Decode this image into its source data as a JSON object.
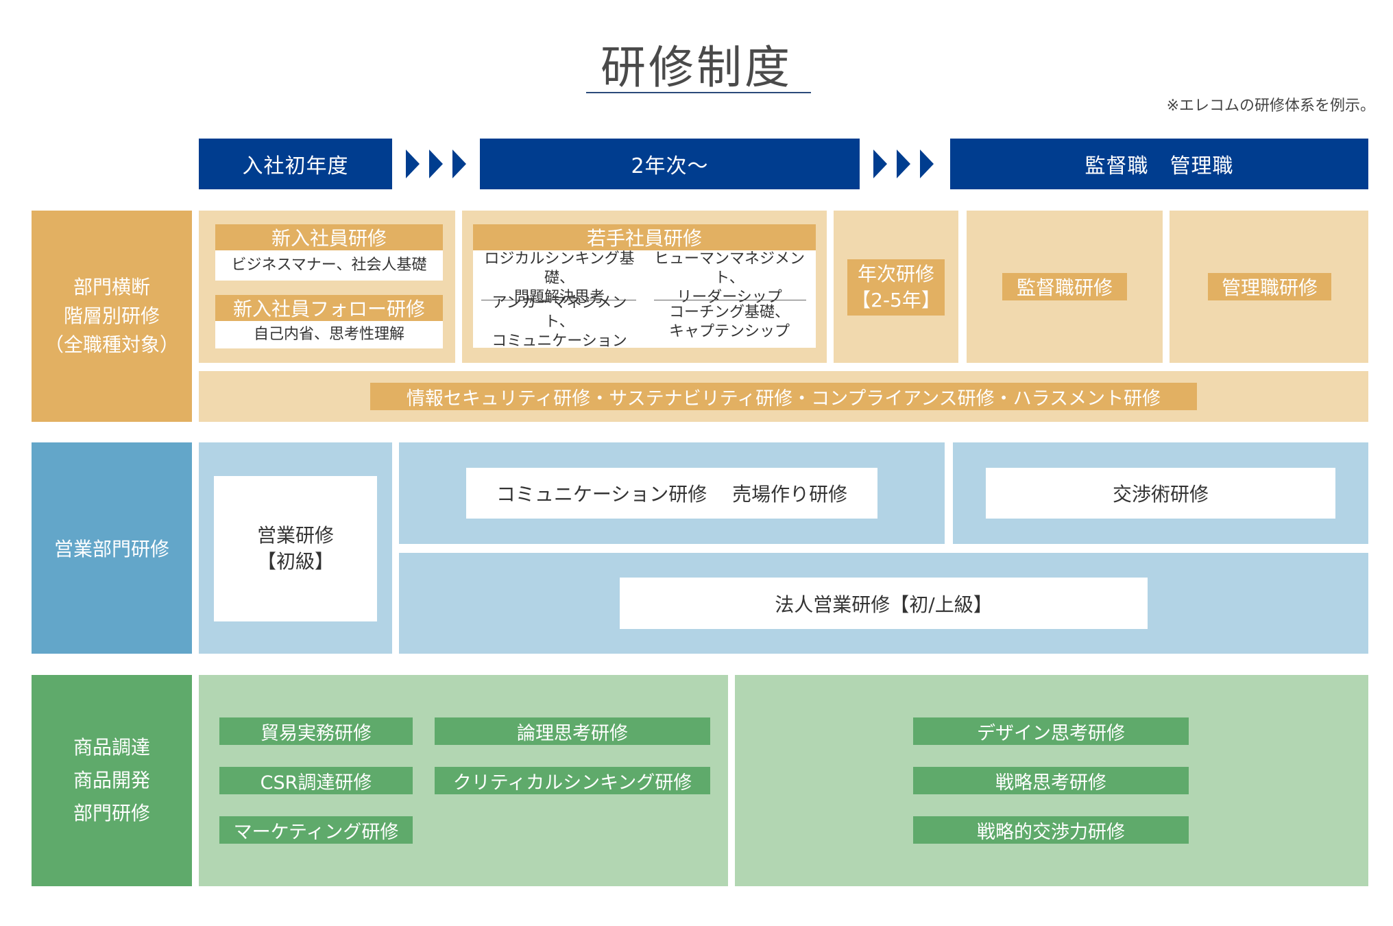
{
  "title": "研修制度",
  "note": "※エレコムの研修体系を例示。",
  "phases": {
    "first_year": "入社初年度",
    "second_year": "2年次～",
    "management": "監督職　管理職"
  },
  "cross_dept": {
    "label_line1": "部門横断",
    "label_line2": "階層別研修",
    "label_line3": "（全職種対象）",
    "new_hire_title": "新入社員研修",
    "new_hire_desc": "ビジネスマナー、社会人基礎",
    "new_hire_follow_title": "新入社員フォロー研修",
    "new_hire_follow_desc": "自己内省、思考性理解",
    "young_title": "若手社員研修",
    "young_items": [
      {
        "line1": "ロジカルシンキング基礎、",
        "line2": "問題解決思考"
      },
      {
        "line1": "ヒューマンマネジメント、",
        "line2": "リーダーシップ"
      },
      {
        "line1": "アンガーマネジメント、",
        "line2": "コミュニケーション"
      },
      {
        "line1": "コーチング基礎、",
        "line2": "キャプテンシップ"
      }
    ],
    "annual_line1": "年次研修",
    "annual_line2": "【2-5年】",
    "supervisor": "監督職研修",
    "manager": "管理職研修",
    "compliance": "情報セキュリティ研修・サステナビリティ研修・コンプライアンス研修・ハラスメント研修"
  },
  "sales": {
    "label": "営業部門研修",
    "basic_line1": "営業研修",
    "basic_line2": "【初級】",
    "comm": "コミュニケーション研修　 売場作り研修",
    "negotiation": "交渉術研修",
    "corporate": "法人営業研修【初/上級】"
  },
  "product": {
    "label_line1": "商品調達",
    "label_line2": "商品開発",
    "label_line3": "部門研修",
    "items_left": [
      "貿易実務研修",
      "CSR調達研修",
      "マーケティング研修"
    ],
    "items_mid": [
      "論理思考研修",
      "クリティカルシンキング研修"
    ],
    "items_right": [
      "デザイン思考研修",
      "戦略思考研修",
      "戦略的交渉力研修"
    ]
  },
  "colors": {
    "navy": "#003d8f",
    "orange": "#e2b062",
    "orange_light": "#f1d9ae",
    "blue": "#63a6c9",
    "blue_light": "#b2d3e5",
    "green": "#5faa6b",
    "green_light": "#b2d6b2"
  }
}
